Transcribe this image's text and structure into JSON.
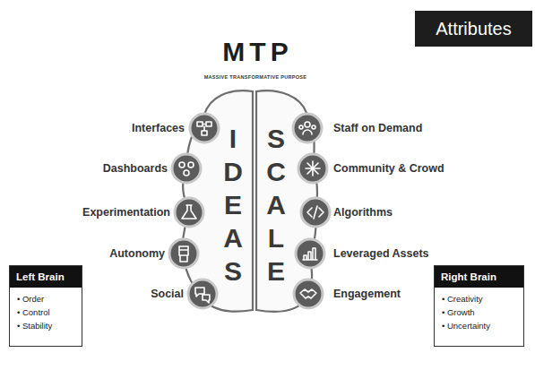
{
  "diagram": {
    "title": "MTP",
    "nodes": [
      {
        "text": [
          "Attributes"
        ]
      },
      {
        "text": [
          "I D E A S"
        ]
      },
      {
        "text": [
          "S C A L E"
        ]
      },
      {
        "text": [
          "Left Brain",
          "• Order",
          "• Control",
          "• Stability"
        ]
      },
      {
        "text": [
          "Right Brain",
          "• Creativity",
          "• Growth",
          "• Uncertainty"
        ]
      }
    ],
    "labels": [
      "MASSIVE TRANSFORMATIVE PURPOSE",
      "Interfaces",
      "Staff on Demand",
      "Dashboards",
      "Community & Crowd",
      "Experimentation",
      "Algorithms",
      "Autonomy",
      "Leveraged Assets",
      "Social",
      "Engagement"
    ]
  }
}
